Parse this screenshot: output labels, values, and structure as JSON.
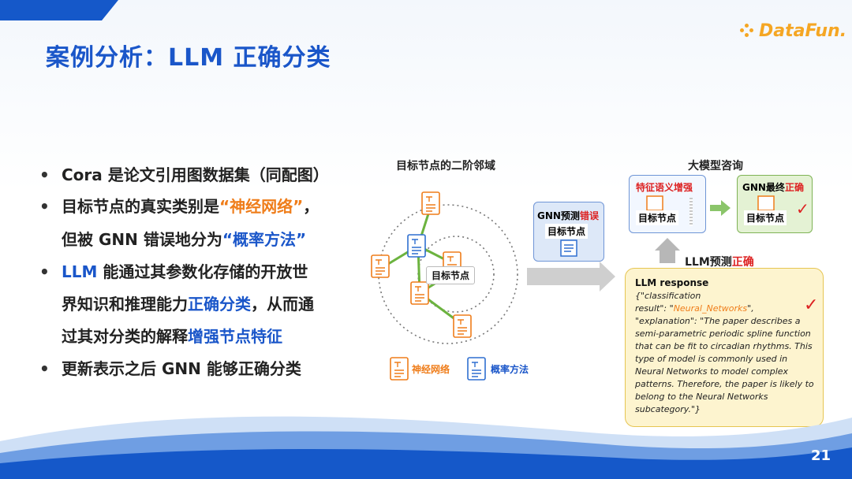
{
  "slide": {
    "title": "案例分析：LLM 正确分类",
    "logo": "DataFun.",
    "page_number": "21"
  },
  "bullets": [
    {
      "parts": [
        {
          "t": "Cora 是论文引用图数据集（同配图）",
          "c": ""
        }
      ]
    },
    {
      "parts": [
        {
          "t": "目标节点的真实类别是",
          "c": ""
        },
        {
          "t": "“神经网络”",
          "c": "orange"
        },
        {
          "t": "，",
          "c": ""
        }
      ]
    },
    {
      "parts": [
        {
          "t": "但被 GNN 错误地分为",
          "c": ""
        },
        {
          "t": "“概率方法”",
          "c": "blue"
        }
      ]
    },
    {
      "parts": [
        {
          "t": "LLM",
          "c": "blue"
        },
        {
          "t": " 能通过其参数化存储的开放世",
          "c": ""
        }
      ]
    },
    {
      "parts": [
        {
          "t": "界知识和推理能力",
          "c": ""
        },
        {
          "t": "正确分类",
          "c": "blue"
        },
        {
          "t": "，从而通",
          "c": ""
        }
      ]
    },
    {
      "parts": [
        {
          "t": "过其对分类的解释",
          "c": ""
        },
        {
          "t": "增强节点特征",
          "c": "blue"
        }
      ]
    },
    {
      "parts": [
        {
          "t": "更新表示之后 GNN 能够正确分类",
          "c": ""
        }
      ]
    }
  ],
  "diagram": {
    "neighborhood_label": "目标节点的二阶邻域",
    "target_node": "目标节点",
    "legend_neural": "神经网络",
    "legend_prob": "概率方法",
    "gnn_pred_prefix": "GNN预测",
    "gnn_pred_wrong": "错误",
    "gnn_target": "目标节点",
    "llm_consult": "大模型咨询",
    "feature_enhance": "特征语义增强",
    "feature_target": "目标节点",
    "gnn_final_prefix": "GNN最终",
    "gnn_final_correct": "正确",
    "final_target": "目标节点",
    "llm_pred_prefix": "LLM预测",
    "llm_pred_correct": "正确",
    "response_title": "LLM response",
    "response_line1": "{\"classification",
    "response_line2_pre": "result\": \"",
    "response_line2_hl": "Neural_Networks",
    "response_line2_post": "\",",
    "response_rest": "\"explanation\": \"The paper describes a\nsemi-parametric periodic spline function\nthat can be fit to circadian rhythms. This\ntype of model is commonly used in\nNeural Networks to model complex\npatterns. Therefore, the paper is likely to\nbelong to the Neural Networks\nsubcategory.\"}",
    "check_mark": "✓"
  },
  "colors": {
    "title_blue": "#1a56c9",
    "orange": "#ef7d1a",
    "green_edge": "#6cb33f",
    "red": "#d22222"
  }
}
